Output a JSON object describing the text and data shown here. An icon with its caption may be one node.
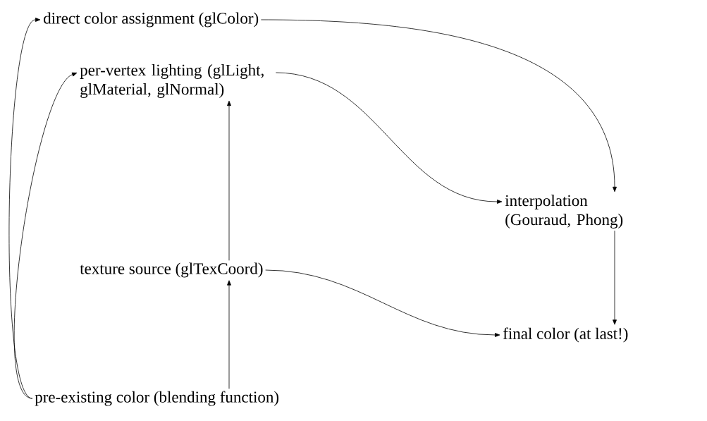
{
  "diagram": {
    "nodes": [
      {
        "text": [
          "direct color assignment (glColor)"
        ]
      },
      {
        "text": [
          "per-vertex lighting (glLight, glMaterial, glNormal)"
        ]
      },
      {
        "text": [
          "interpolation (Gouraud, Phong)"
        ]
      },
      {
        "text": [
          "texture source (glTexCoord)"
        ]
      },
      {
        "text": [
          "final color (at last!)"
        ]
      },
      {
        "text": [
          "pre-existing color (blending function)"
        ]
      }
    ],
    "edges": [
      {
        "from": 5,
        "to": 0,
        "arrow": "to"
      },
      {
        "from": 5,
        "to": 1,
        "arrow": "to"
      },
      {
        "from": 5,
        "to": 3,
        "arrow": "to"
      },
      {
        "from": 3,
        "to": 1,
        "arrow": "to"
      },
      {
        "from": 0,
        "to": 2,
        "arrow": "to"
      },
      {
        "from": 1,
        "to": 2,
        "arrow": "to"
      },
      {
        "from": 2,
        "to": 4,
        "arrow": "to"
      },
      {
        "from": 3,
        "to": 4,
        "arrow": "to"
      }
    ]
  }
}
